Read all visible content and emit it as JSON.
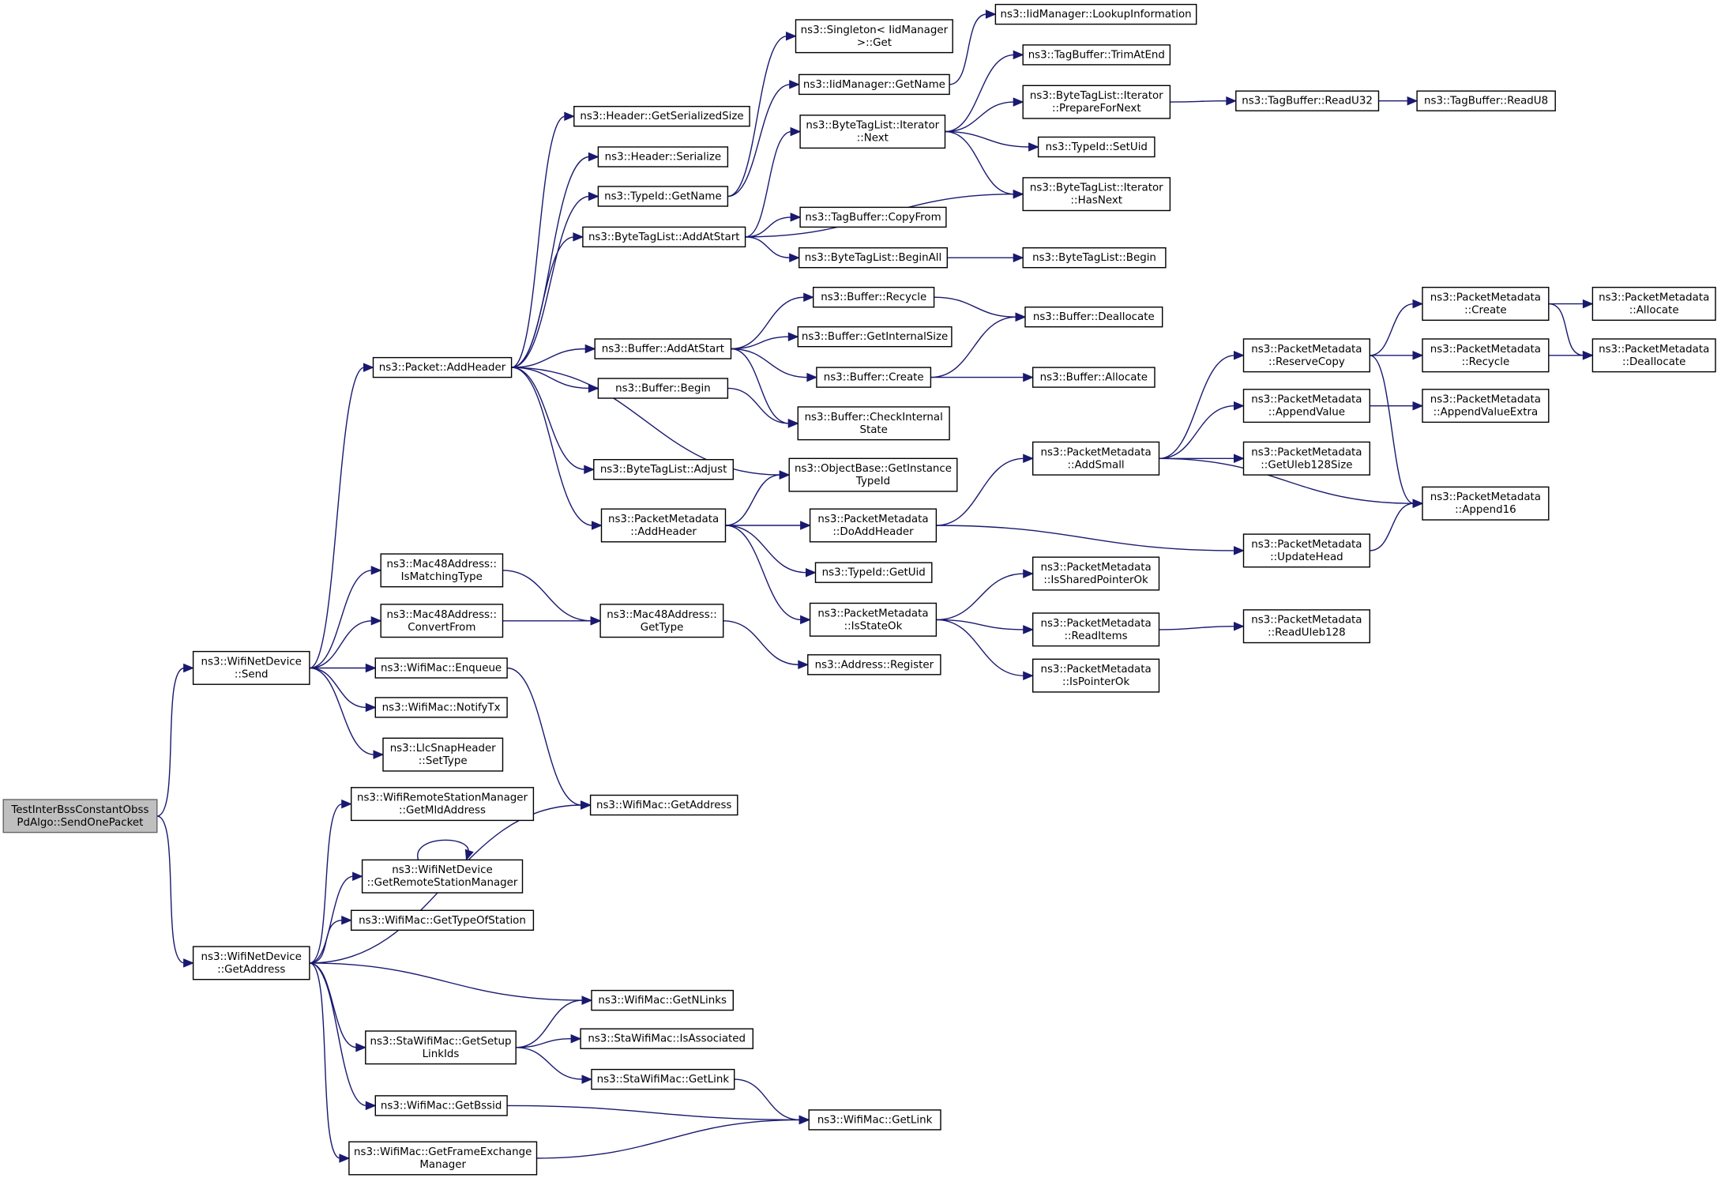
{
  "diagram": {
    "colors": {
      "edge": "#191970",
      "root_fill": "#bfbfbf",
      "node_fill": "#ffffff",
      "node_border": "#000000"
    },
    "nodes": [
      {
        "id": "root",
        "lines": [
          "TestInterBssConstantObss",
          "PdAlgo::SendOnePacket"
        ],
        "root": true
      },
      {
        "id": "send",
        "lines": [
          "ns3::WifiNetDevice",
          "::Send"
        ]
      },
      {
        "id": "getaddr",
        "lines": [
          "ns3::WifiNetDevice",
          "::GetAddress"
        ]
      },
      {
        "id": "addheader",
        "lines": [
          "ns3::Packet::AddHeader"
        ]
      },
      {
        "id": "ismatching",
        "lines": [
          "ns3::Mac48Address::",
          "IsMatchingType"
        ]
      },
      {
        "id": "convertfrom",
        "lines": [
          "ns3::Mac48Address::",
          "ConvertFrom"
        ]
      },
      {
        "id": "enqueue",
        "lines": [
          "ns3::WifiMac::Enqueue"
        ]
      },
      {
        "id": "notifytx",
        "lines": [
          "ns3::WifiMac::NotifyTx"
        ]
      },
      {
        "id": "settype",
        "lines": [
          "ns3::LlcSnapHeader",
          "::SetType"
        ]
      },
      {
        "id": "getmld",
        "lines": [
          "ns3::WifiRemoteStationManager",
          "::GetMldAddress"
        ]
      },
      {
        "id": "getrsm",
        "lines": [
          "ns3::WifiNetDevice",
          "::GetRemoteStationManager"
        ]
      },
      {
        "id": "gettypeofstation",
        "lines": [
          "ns3::WifiMac::GetTypeOfStation"
        ]
      },
      {
        "id": "getsetuplinkids",
        "lines": [
          "ns3::StaWifiMac::GetSetup",
          "LinkIds"
        ]
      },
      {
        "id": "getbssid",
        "lines": [
          "ns3::WifiMac::GetBssid"
        ]
      },
      {
        "id": "getfem",
        "lines": [
          "ns3::WifiMac::GetFrameExchange",
          "Manager"
        ]
      },
      {
        "id": "getserializedsize",
        "lines": [
          "ns3::Header::GetSerializedSize"
        ]
      },
      {
        "id": "serialize",
        "lines": [
          "ns3::Header::Serialize"
        ]
      },
      {
        "id": "typeidgetname",
        "lines": [
          "ns3::TypeId::GetName"
        ]
      },
      {
        "id": "addatstart_btl",
        "lines": [
          "ns3::ByteTagList::AddAtStart"
        ]
      },
      {
        "id": "buf_addatstart",
        "lines": [
          "ns3::Buffer::AddAtStart"
        ]
      },
      {
        "id": "buf_begin",
        "lines": [
          "ns3::Buffer::Begin"
        ]
      },
      {
        "id": "btl_adjust",
        "lines": [
          "ns3::ByteTagList::Adjust"
        ]
      },
      {
        "id": "pm_addheader",
        "lines": [
          "ns3::PacketMetadata",
          "::AddHeader"
        ]
      },
      {
        "id": "mac48_gettype",
        "lines": [
          "ns3::Mac48Address::",
          "GetType"
        ]
      },
      {
        "id": "wifimac_getaddress",
        "lines": [
          "ns3::WifiMac::GetAddress"
        ]
      },
      {
        "id": "getnlinks",
        "lines": [
          "ns3::WifiMac::GetNLinks"
        ]
      },
      {
        "id": "isassociated",
        "lines": [
          "ns3::StaWifiMac::IsAssociated"
        ]
      },
      {
        "id": "sta_getlink",
        "lines": [
          "ns3::StaWifiMac::GetLink"
        ]
      },
      {
        "id": "wifimac_getlink",
        "lines": [
          "ns3::WifiMac::GetLink"
        ]
      },
      {
        "id": "singleton_get",
        "lines": [
          "ns3::Singleton< IidManager",
          " >::Get"
        ]
      },
      {
        "id": "iid_getname",
        "lines": [
          "ns3::IidManager::GetName"
        ]
      },
      {
        "id": "btl_iter_next",
        "lines": [
          "ns3::ByteTagList::Iterator",
          "::Next"
        ]
      },
      {
        "id": "tb_copyfrom",
        "lines": [
          "ns3::TagBuffer::CopyFrom"
        ]
      },
      {
        "id": "btl_beginall",
        "lines": [
          "ns3::ByteTagList::BeginAll"
        ]
      },
      {
        "id": "buf_recycle",
        "lines": [
          "ns3::Buffer::Recycle"
        ]
      },
      {
        "id": "buf_getinternalsize",
        "lines": [
          "ns3::Buffer::GetInternalSize"
        ]
      },
      {
        "id": "buf_create",
        "lines": [
          "ns3::Buffer::Create"
        ]
      },
      {
        "id": "buf_checkinternal",
        "lines": [
          "ns3::Buffer::CheckInternal",
          "State"
        ]
      },
      {
        "id": "getinstancetypeid",
        "lines": [
          "ns3::ObjectBase::GetInstance",
          "TypeId"
        ]
      },
      {
        "id": "pm_doaddheader",
        "lines": [
          "ns3::PacketMetadata",
          "::DoAddHeader"
        ]
      },
      {
        "id": "typeid_getuid",
        "lines": [
          "ns3::TypeId::GetUid"
        ]
      },
      {
        "id": "pm_isstateok",
        "lines": [
          "ns3::PacketMetadata",
          "::IsStateOk"
        ]
      },
      {
        "id": "addr_register",
        "lines": [
          "ns3::Address::Register"
        ]
      },
      {
        "id": "iid_lookup",
        "lines": [
          "ns3::IidManager::LookupInformation"
        ]
      },
      {
        "id": "tb_trimatend",
        "lines": [
          "ns3::TagBuffer::TrimAtEnd"
        ]
      },
      {
        "id": "btl_iter_prepare",
        "lines": [
          "ns3::ByteTagList::Iterator",
          "::PrepareForNext"
        ]
      },
      {
        "id": "typeid_setuid",
        "lines": [
          "ns3::TypeId::SetUid"
        ]
      },
      {
        "id": "btl_iter_hasnext",
        "lines": [
          "ns3::ByteTagList::Iterator",
          "::HasNext"
        ]
      },
      {
        "id": "btl_begin",
        "lines": [
          "ns3::ByteTagList::Begin"
        ]
      },
      {
        "id": "buf_deallocate",
        "lines": [
          "ns3::Buffer::Deallocate"
        ]
      },
      {
        "id": "buf_allocate",
        "lines": [
          "ns3::Buffer::Allocate"
        ]
      },
      {
        "id": "pm_addsmall",
        "lines": [
          "ns3::PacketMetadata",
          "::AddSmall"
        ]
      },
      {
        "id": "pm_issharedptrok",
        "lines": [
          "ns3::PacketMetadata",
          "::IsSharedPointerOk"
        ]
      },
      {
        "id": "pm_readitems",
        "lines": [
          "ns3::PacketMetadata",
          "::ReadItems"
        ]
      },
      {
        "id": "pm_ispointerok",
        "lines": [
          "ns3::PacketMetadata",
          "::IsPointerOk"
        ]
      },
      {
        "id": "tb_readu32",
        "lines": [
          "ns3::TagBuffer::ReadU32"
        ]
      },
      {
        "id": "tb_readu8",
        "lines": [
          "ns3::TagBuffer::ReadU8"
        ]
      },
      {
        "id": "pm_reservecopy",
        "lines": [
          "ns3::PacketMetadata",
          "::ReserveCopy"
        ]
      },
      {
        "id": "pm_appendvalue",
        "lines": [
          "ns3::PacketMetadata",
          "::AppendValue"
        ]
      },
      {
        "id": "pm_getuleb128size",
        "lines": [
          "ns3::PacketMetadata",
          "::GetUleb128Size"
        ]
      },
      {
        "id": "pm_updatehead",
        "lines": [
          "ns3::PacketMetadata",
          "::UpdateHead"
        ]
      },
      {
        "id": "pm_readuleb128",
        "lines": [
          "ns3::PacketMetadata",
          "::ReadUleb128"
        ]
      },
      {
        "id": "pm_create",
        "lines": [
          "ns3::PacketMetadata",
          "::Create"
        ]
      },
      {
        "id": "pm_recycle",
        "lines": [
          "ns3::PacketMetadata",
          "::Recycle"
        ]
      },
      {
        "id": "pm_appendvalueextra",
        "lines": [
          "ns3::PacketMetadata",
          "::AppendValueExtra"
        ]
      },
      {
        "id": "pm_append16",
        "lines": [
          "ns3::PacketMetadata",
          "::Append16"
        ]
      },
      {
        "id": "pm_allocate",
        "lines": [
          "ns3::PacketMetadata",
          "::Allocate"
        ]
      },
      {
        "id": "pm_deallocate",
        "lines": [
          "ns3::PacketMetadata",
          "::Deallocate"
        ]
      }
    ],
    "edges": [
      [
        "root",
        "send"
      ],
      [
        "root",
        "getaddr"
      ],
      [
        "send",
        "addheader"
      ],
      [
        "send",
        "ismatching"
      ],
      [
        "send",
        "convertfrom"
      ],
      [
        "send",
        "enqueue"
      ],
      [
        "send",
        "notifytx"
      ],
      [
        "send",
        "settype"
      ],
      [
        "getaddr",
        "getmld"
      ],
      [
        "getaddr",
        "getrsm"
      ],
      [
        "getaddr",
        "gettypeofstation"
      ],
      [
        "getaddr",
        "wifimac_getaddress"
      ],
      [
        "getaddr",
        "getnlinks"
      ],
      [
        "getaddr",
        "getsetuplinkids"
      ],
      [
        "getaddr",
        "getbssid"
      ],
      [
        "getaddr",
        "getfem"
      ],
      [
        "getrsm",
        "getrsm"
      ],
      [
        "addheader",
        "getserializedsize"
      ],
      [
        "addheader",
        "serialize"
      ],
      [
        "addheader",
        "typeidgetname"
      ],
      [
        "addheader",
        "addatstart_btl"
      ],
      [
        "addheader",
        "buf_addatstart"
      ],
      [
        "addheader",
        "buf_begin"
      ],
      [
        "addheader",
        "getinstancetypeid"
      ],
      [
        "addheader",
        "btl_adjust"
      ],
      [
        "addheader",
        "pm_addheader"
      ],
      [
        "ismatching",
        "mac48_gettype"
      ],
      [
        "convertfrom",
        "mac48_gettype"
      ],
      [
        "enqueue",
        "wifimac_getaddress"
      ],
      [
        "getsetuplinkids",
        "getnlinks"
      ],
      [
        "getsetuplinkids",
        "isassociated"
      ],
      [
        "getsetuplinkids",
        "sta_getlink"
      ],
      [
        "sta_getlink",
        "wifimac_getlink"
      ],
      [
        "getbssid",
        "wifimac_getlink"
      ],
      [
        "getfem",
        "wifimac_getlink"
      ],
      [
        "typeidgetname",
        "singleton_get"
      ],
      [
        "typeidgetname",
        "iid_getname"
      ],
      [
        "addatstart_btl",
        "btl_iter_next"
      ],
      [
        "addatstart_btl",
        "btl_iter_hasnext"
      ],
      [
        "addatstart_btl",
        "tb_copyfrom"
      ],
      [
        "addatstart_btl",
        "btl_beginall"
      ],
      [
        "buf_addatstart",
        "buf_recycle"
      ],
      [
        "buf_addatstart",
        "buf_getinternalsize"
      ],
      [
        "buf_addatstart",
        "buf_create"
      ],
      [
        "buf_addatstart",
        "buf_checkinternal"
      ],
      [
        "buf_begin",
        "buf_checkinternal"
      ],
      [
        "pm_addheader",
        "getinstancetypeid"
      ],
      [
        "pm_addheader",
        "pm_doaddheader"
      ],
      [
        "pm_addheader",
        "typeid_getuid"
      ],
      [
        "pm_addheader",
        "pm_isstateok"
      ],
      [
        "mac48_gettype",
        "addr_register"
      ],
      [
        "iid_getname",
        "iid_lookup"
      ],
      [
        "btl_iter_next",
        "tb_trimatend"
      ],
      [
        "btl_iter_next",
        "btl_iter_prepare"
      ],
      [
        "btl_iter_next",
        "typeid_setuid"
      ],
      [
        "btl_iter_next",
        "btl_iter_hasnext"
      ],
      [
        "btl_beginall",
        "btl_begin"
      ],
      [
        "buf_recycle",
        "buf_deallocate"
      ],
      [
        "buf_create",
        "buf_deallocate"
      ],
      [
        "buf_create",
        "buf_allocate"
      ],
      [
        "pm_doaddheader",
        "pm_addsmall"
      ],
      [
        "pm_doaddheader",
        "pm_updatehead"
      ],
      [
        "pm_isstateok",
        "pm_issharedptrok"
      ],
      [
        "pm_isstateok",
        "pm_readitems"
      ],
      [
        "pm_isstateok",
        "pm_ispointerok"
      ],
      [
        "btl_iter_prepare",
        "tb_readu32"
      ],
      [
        "tb_readu32",
        "tb_readu8"
      ],
      [
        "pm_addsmall",
        "pm_reservecopy"
      ],
      [
        "pm_addsmall",
        "pm_appendvalue"
      ],
      [
        "pm_addsmall",
        "pm_getuleb128size"
      ],
      [
        "pm_addsmall",
        "pm_append16"
      ],
      [
        "pm_readitems",
        "pm_readuleb128"
      ],
      [
        "pm_reservecopy",
        "pm_create"
      ],
      [
        "pm_reservecopy",
        "pm_recycle"
      ],
      [
        "pm_reservecopy",
        "pm_append16"
      ],
      [
        "pm_appendvalue",
        "pm_appendvalueextra"
      ],
      [
        "pm_updatehead",
        "pm_append16"
      ],
      [
        "pm_create",
        "pm_allocate"
      ],
      [
        "pm_create",
        "pm_deallocate"
      ],
      [
        "pm_recycle",
        "pm_deallocate"
      ]
    ]
  }
}
